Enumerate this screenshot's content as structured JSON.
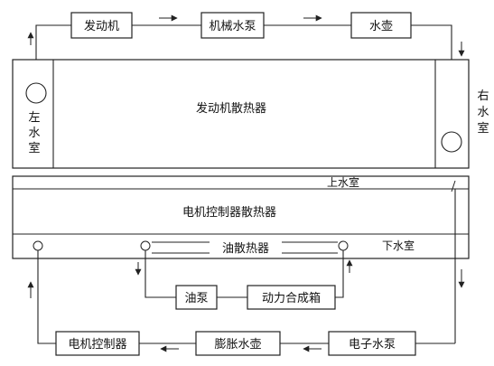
{
  "labels": {
    "engine": "发动机",
    "mech_pump": "机械水泵",
    "kettle": "水壶",
    "engine_radiator": "发动机散热器",
    "left_chamber_1": "左",
    "left_chamber_2": "水",
    "left_chamber_3": "室",
    "right_chamber_1": "右",
    "right_chamber_2": "水",
    "right_chamber_3": "室",
    "upper_chamber": "上水室",
    "motor_ctrl_radiator": "电机控制器散热器",
    "oil_radiator": "油散热器",
    "lower_chamber": "下水室",
    "oil_pump": "油泵",
    "power_box": "动力合成箱",
    "motor_controller": "电机控制器",
    "expansion_tank": "膨胀水壶",
    "electric_pump": "电子水泵"
  }
}
